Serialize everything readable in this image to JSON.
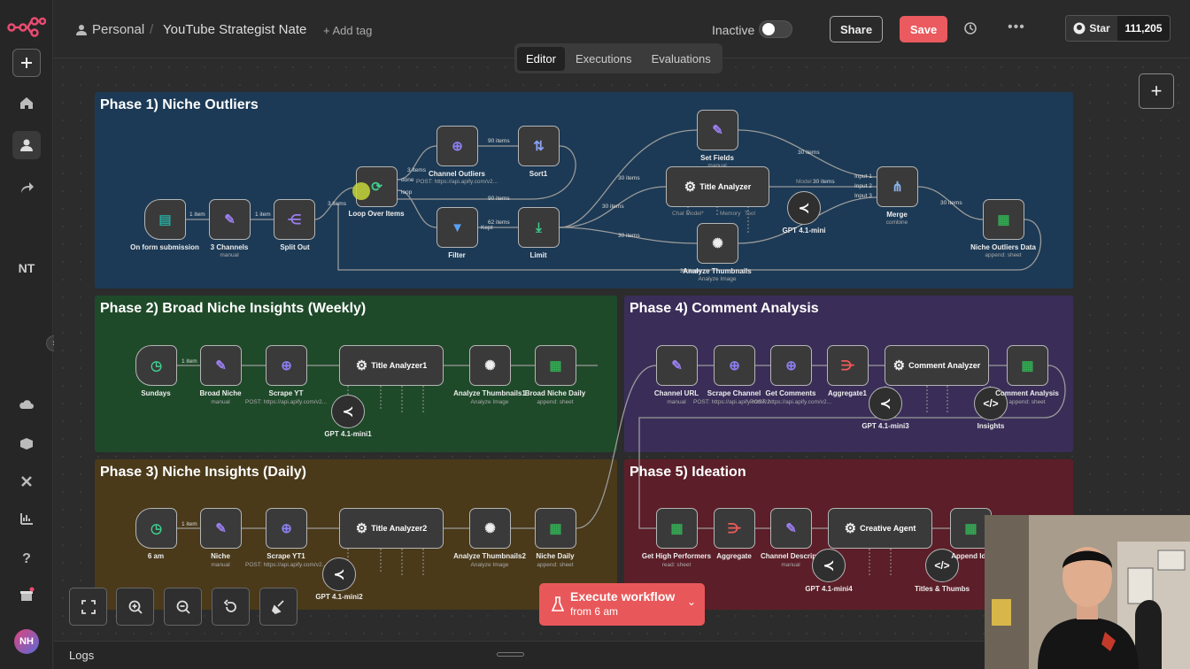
{
  "header": {
    "project": "Personal",
    "workflow_name": "YouTube Strategist Nate",
    "add_tag": "+ Add tag",
    "status": "Inactive",
    "share": "Share",
    "save": "Save",
    "star": "Star",
    "star_count": "111,205"
  },
  "tabs": [
    "Editor",
    "Executions",
    "Evaluations"
  ],
  "sidebar": {
    "initials": "NT",
    "avatar": "NH"
  },
  "phases": {
    "p1": "Phase 1) Niche Outliers",
    "p2": "Phase 2) Broad Niche Insights (Weekly)",
    "p3": "Phase 3) Niche Insights (Daily)",
    "p4": "Phase 4) Comment Analysis",
    "p5": "Phase 5) Ideation"
  },
  "p1": {
    "form": "On form submission",
    "channels": "3 Channels",
    "channels_sub": "manual",
    "split": "Split Out",
    "loop": "Loop Over Items",
    "outliers": "Channel Outliers",
    "outliers_sub": "POST: https://api.apify.com/v2...",
    "sort": "Sort1",
    "filter": "Filter",
    "limit": "Limit",
    "set": "Set Fields",
    "set_sub": "manual",
    "title": "Title Analyzer",
    "gpt": "GPT 4.1-mini",
    "thumbs": "Analyze Thumbnails",
    "thumbs_sub": "Analyze Image",
    "merge": "Merge",
    "merge_sub": "combine",
    "data": "Niche Outliers Data",
    "data_sub": "append: sheet",
    "e_1item_a": "1 item",
    "e_1item_b": "1 item",
    "e_3items": "3 items",
    "e_3items_b": "3 items",
    "e_done": "done",
    "e_loop": "loop",
    "e_90a": "90 items",
    "e_90b": "90 items",
    "e_62": "62 items",
    "e_kept": "Kept",
    "e_30a": "30 items",
    "e_30b": "30 items",
    "e_30c": "30 items",
    "e_30d": "30 items",
    "e_30e": "30 items",
    "e_30f": "30 items",
    "e_30g": "30 items",
    "in1": "Input 1",
    "in2": "Input 2",
    "in3": "Input 3",
    "chat_model": "Chat Model*",
    "memory": "Memory",
    "tool": "Tool",
    "model": "Model",
    "gpt_badge": "30"
  },
  "p2": {
    "sundays": "Sundays",
    "broad": "Broad Niche",
    "broad_sub": "manual",
    "scrape": "Scrape YT",
    "scrape_sub": "POST: https://api.apify.com/v2...",
    "title": "Title Analyzer1",
    "thumbs": "Analyze Thumbnails1",
    "thumbs_sub": "Analyze Image",
    "daily": "Broad Niche Daily",
    "daily_sub": "append: sheet",
    "gpt": "GPT 4.1-mini1",
    "e1": "1 item"
  },
  "p3": {
    "am": "6 am",
    "niche": "Niche",
    "niche_sub": "manual",
    "scrape": "Scrape YT1",
    "scrape_sub": "POST: https://api.apify.com/v2...",
    "title": "Title Analyzer2",
    "thumbs": "Analyze Thumbnails2",
    "thumbs_sub": "Analyze Image",
    "daily": "Niche Daily",
    "daily_sub": "append: sheet",
    "gpt": "GPT 4.1-mini2",
    "e1": "1 item"
  },
  "p4": {
    "url": "Channel URL",
    "url_sub": "manual",
    "scrape": "Scrape Channel",
    "scrape_sub": "POST: https://api.apify.com/v2...",
    "comments": "Get Comments",
    "comments_sub": "POST: https://api.apify.com/v2...",
    "agg": "Aggregate1",
    "agent": "Comment Analyzer",
    "analysis": "Comment Analysis",
    "analysis_sub": "append: sheet",
    "gpt": "GPT 4.1-mini3",
    "insights": "Insights"
  },
  "p5": {
    "high": "Get High Performers",
    "high_sub": "read: sheet",
    "agg": "Aggregate",
    "desc": "Channel Descripti",
    "desc_sub": "manual",
    "agent": "Creative Agent",
    "append": "Append Ide",
    "gpt": "GPT 4.1-mini4",
    "titles": "Titles & Thumbs"
  },
  "execute": {
    "label": "Execute workflow",
    "sub": "from 6 am"
  },
  "logs": "Logs",
  "colors": {
    "p1": "#1c3a55",
    "p2": "#1f4a2a",
    "p3": "#4a3a1a",
    "p4": "#3a2e58",
    "p5": "#5c1e28",
    "save": "#ea5a5e",
    "execute": "#e8585a",
    "wire": "#9a9a9a"
  }
}
